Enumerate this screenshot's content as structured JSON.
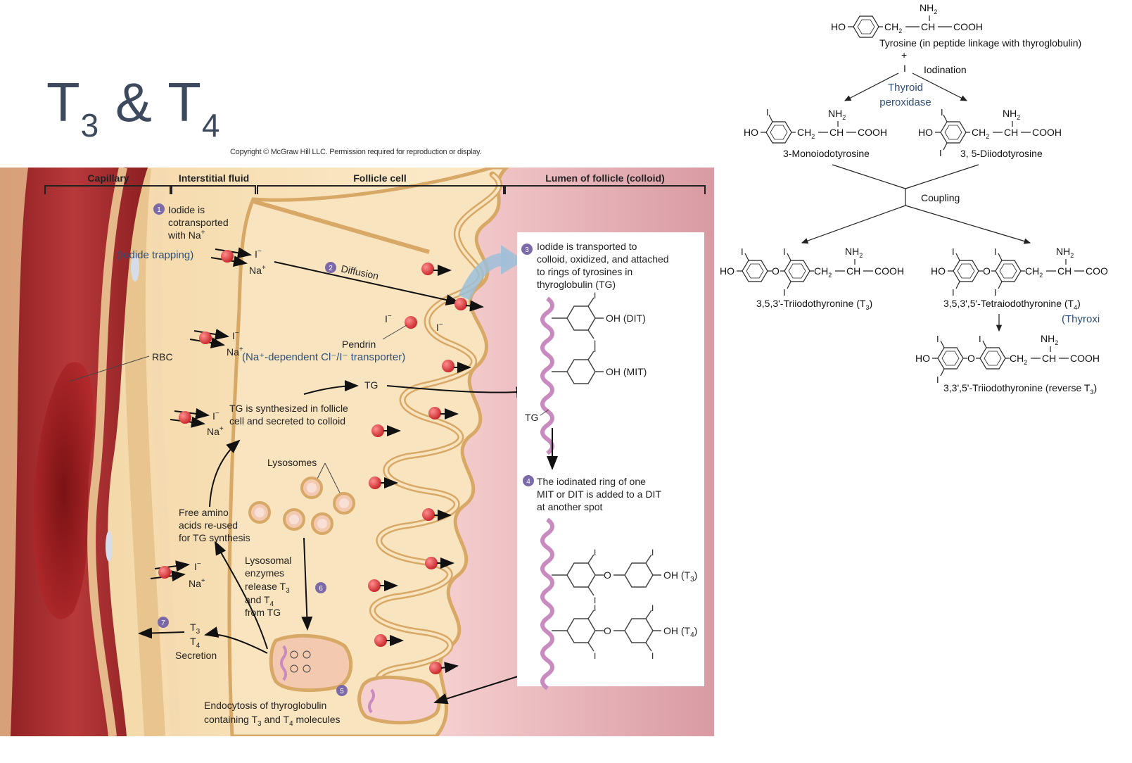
{
  "slide": {
    "title_main": "T",
    "title_sub1": "3",
    "title_amp": " & T",
    "title_sub2": "4",
    "copyright": "Copyright © McGraw Hill LLC. Permission required for reproduction or display."
  },
  "diagram": {
    "regions": {
      "capillary": "Capillary",
      "interstitial": "Interstitial fluid",
      "follicle_cell": "Follicle cell",
      "lumen": "Lumen of follicle (colloid)"
    },
    "steps": {
      "s1_num": "1",
      "s1_line1": "Iodide is",
      "s1_line2": "cotransported",
      "s1_line3": "with Na",
      "s1_sup": "+",
      "iodide_trapping": "(Iodide trapping)",
      "s2_num": "2",
      "s2_text": "Diffusion",
      "s3_num": "3",
      "s3_line1": "Iodide is transported to",
      "s3_line2": "colloid, oxidized, and attached",
      "s3_line3": "to rings of tyrosines in",
      "s3_line4": "thyroglobulin (TG)",
      "s4_num": "4",
      "s4_line1": "The iodinated ring of one",
      "s4_line2": "MIT or DIT is added to a DIT",
      "s4_line3": "at another spot",
      "s5_num": "5",
      "s5_line1": "Endocytosis of thyroglobulin",
      "s5_line2": "containing T",
      "s5_sub3": "3",
      "s5_and": " and T",
      "s5_sub4": "4",
      "s5_end": " molecules",
      "s6_num": "6",
      "s6_line1": "Lysosomal",
      "s6_line2": "enzymes",
      "s6_line3": "release T",
      "s6_sub3": "3",
      "s6_line4": "and T",
      "s6_sub4": "4",
      "s6_line5": "from TG",
      "s7_num": "7",
      "s7_t3": "T",
      "s7_t3sub": "3",
      "s7_t4": "T",
      "s7_t4sub": "4",
      "s7_secretion": "Secretion"
    },
    "labels": {
      "iodide": "I",
      "minus": "−",
      "sodium": "Na",
      "plus": "+",
      "rbc": "RBC",
      "pendrin": "Pendrin",
      "pendrin_note": "(Na⁺-dependent Cl⁻/I⁻ transporter)",
      "tg": "TG",
      "tg_synth_1": "TG is synthesized in follicle",
      "tg_synth_2": "cell and secreted to colloid",
      "lysosomes": "Lysosomes",
      "free_aa_1": "Free amino",
      "free_aa_2": "acids re-used",
      "free_aa_3": "for TG synthesis",
      "oh_dit": "OH (DIT)",
      "oh_mit": "OH (MIT)",
      "oh_t3": "OH (T",
      "oh_t4": "OH (T",
      "sub3": "3",
      "sub4": "4",
      "close_paren": ")",
      "i_atom": "I",
      "o_atom": "O"
    }
  },
  "chemistry": {
    "ho": "HO",
    "nh2": "NH",
    "nh2_sub": "2",
    "ch2": "CH",
    "ch2_sub": "2",
    "ch": "CH",
    "cooh": "COOH",
    "coo_cut": "COO",
    "o": "O",
    "i": "I",
    "tyrosine_label": "Tyrosine (in peptide linkage with thyroglobulin)",
    "plus": "+",
    "iodination": "Iodination",
    "enzyme_1": "Thyroid",
    "enzyme_2": "peroxidase",
    "mit": "3-Monoiodotyrosine",
    "dit": "3, 5-Diiodotyrosine",
    "coupling": "Coupling",
    "t3_label": "3,5,3'-Triiodothyronine (T",
    "t4_label": "3,5,3',5'-Tetraiodothyronine (T",
    "thyroxine_cut": "(Thyroxi",
    "rt3_label": "3,3',5'-Triiodothyronine (reverse T",
    "sub3": "3",
    "sub4": "4",
    "close": ")"
  },
  "colors": {
    "title": "#3d4a5e",
    "capillary": "#a8282a",
    "follicle_cell": "#f7ddb0",
    "cell_border": "#d8a866",
    "lumen": "#e6a7ae",
    "tg_chain": "#c98abf",
    "transporter": "#d8353a",
    "step_badge": "#7b69a8",
    "annotation_blue": "#2f4f78"
  }
}
